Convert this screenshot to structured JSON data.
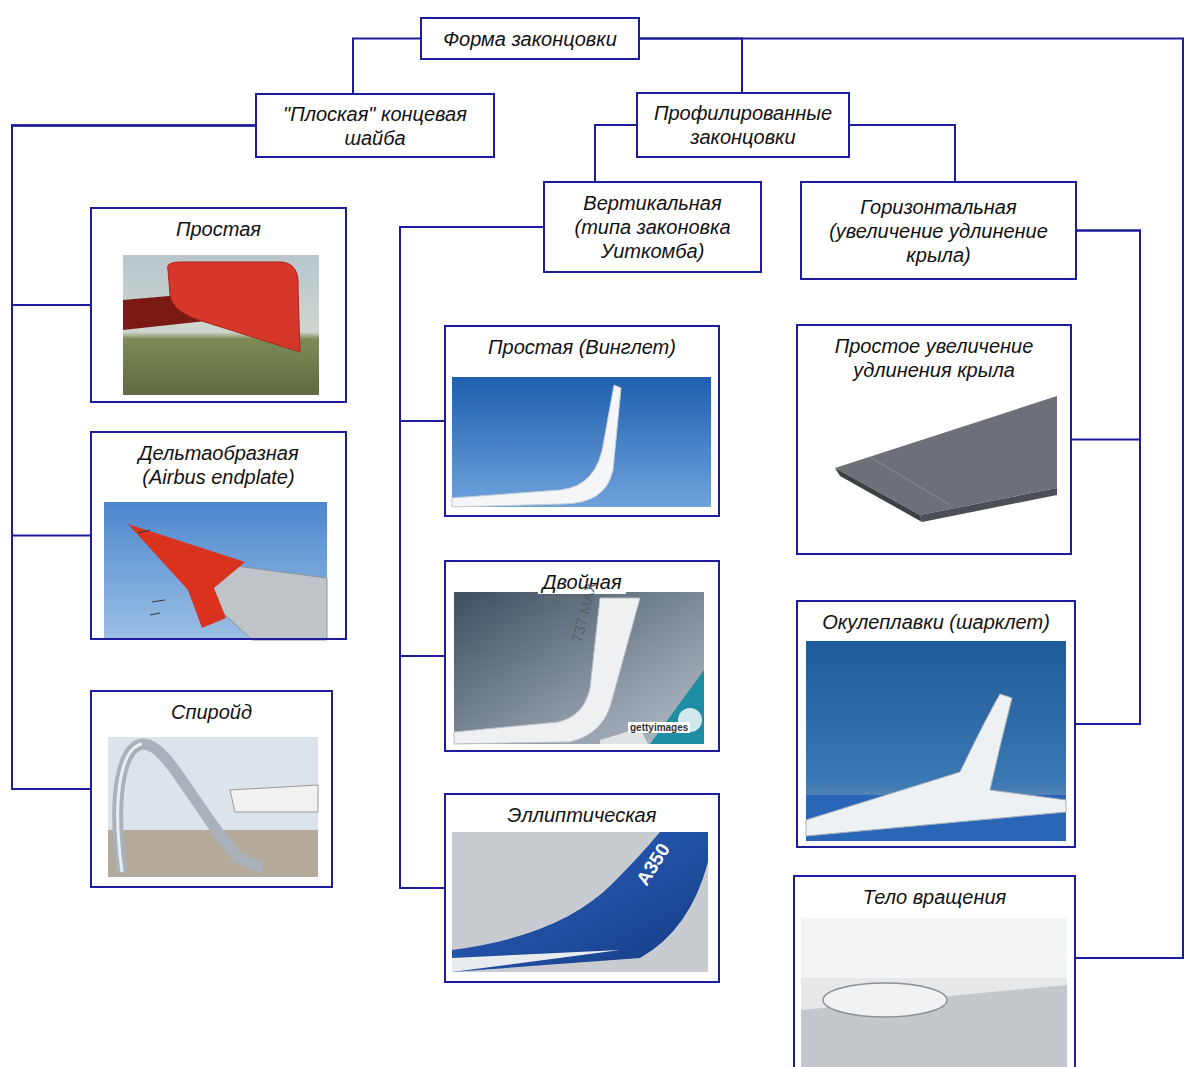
{
  "diagram": {
    "nodes": [
      {
        "text": [
          "Форма законцовки"
        ]
      },
      {
        "text": [
          "\"Плоская\" концевая шайба"
        ]
      },
      {
        "text": [
          "Профилированные законцовки"
        ]
      },
      {
        "text": [
          "Вертикальная (типа законовка Уиткомба)"
        ]
      },
      {
        "text": [
          "Горизонтальная (увеличение удлинение крыла)"
        ]
      },
      {
        "text": [
          "Простая"
        ]
      },
      {
        "text": [
          "Дельтаобразная (Airbus endplate)"
        ]
      },
      {
        "text": [
          "Спиройд"
        ]
      },
      {
        "text": [
          "Простая (Винглет)"
        ]
      },
      {
        "text": [
          "Двойная"
        ]
      },
      {
        "text": [
          "Эллиптическая"
        ]
      },
      {
        "text": [
          "Простое увеличение удлинения крыла"
        ]
      },
      {
        "text": [
          "Окулеплавки (шарклет)"
        ]
      },
      {
        "text": [
          "Тело вращения"
        ]
      }
    ],
    "edges": [
      {
        "from": 0,
        "to": 1,
        "arrow": "none"
      },
      {
        "from": 0,
        "to": 2,
        "arrow": "none"
      },
      {
        "from": 0,
        "to": 13,
        "arrow": "none"
      },
      {
        "from": 1,
        "to": 5,
        "arrow": "none"
      },
      {
        "from": 1,
        "to": 6,
        "arrow": "none"
      },
      {
        "from": 1,
        "to": 7,
        "arrow": "none"
      },
      {
        "from": 2,
        "to": 3,
        "arrow": "none"
      },
      {
        "from": 2,
        "to": 4,
        "arrow": "none"
      },
      {
        "from": 3,
        "to": 8,
        "arrow": "none"
      },
      {
        "from": 3,
        "to": 9,
        "arrow": "none"
      },
      {
        "from": 3,
        "to": 10,
        "arrow": "none"
      },
      {
        "from": 4,
        "to": 11,
        "arrow": "none"
      },
      {
        "from": 4,
        "to": 12,
        "arrow": "none"
      }
    ],
    "labels": [
      "737 MAX",
      "gettyimages",
      "A350"
    ]
  }
}
